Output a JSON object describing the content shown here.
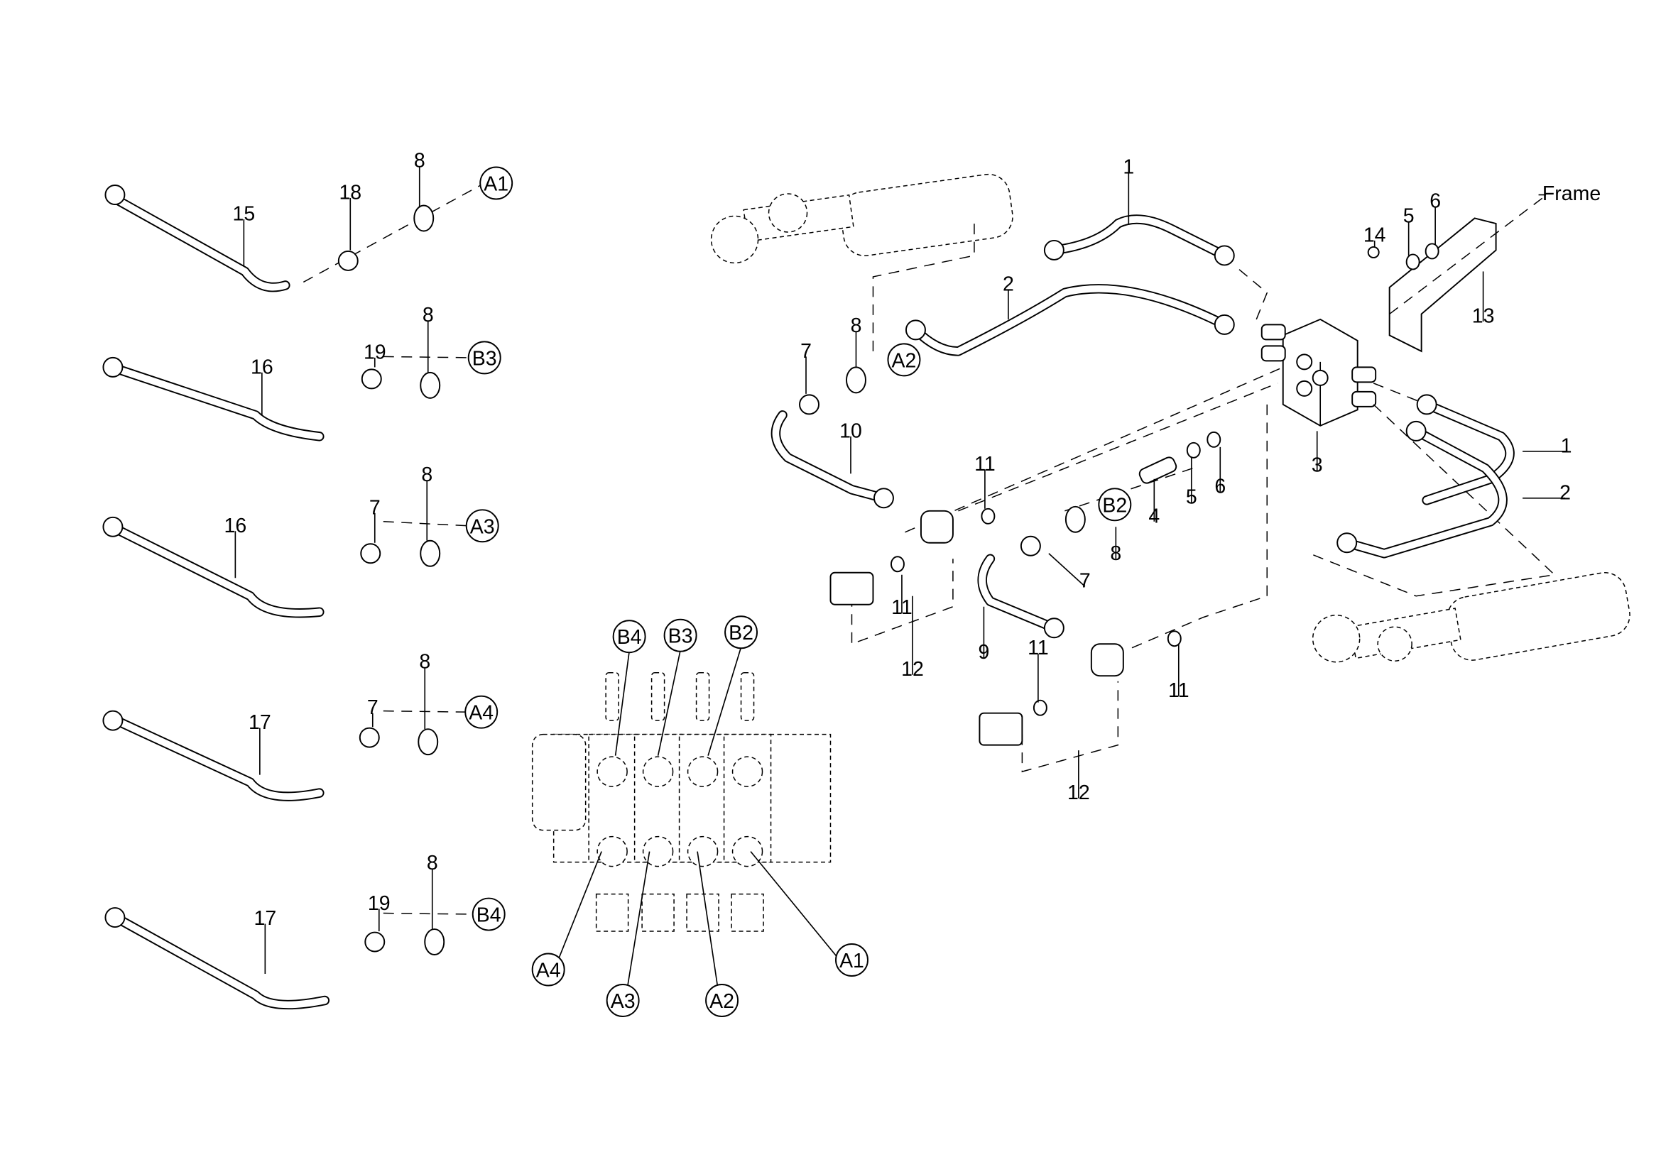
{
  "diagram": {
    "frame_label": "Frame",
    "left_callouts": [
      "15",
      "18",
      "8",
      "A1",
      "16",
      "19",
      "8",
      "B3",
      "16",
      "7",
      "8",
      "A3",
      "17",
      "7",
      "8",
      "A4",
      "17",
      "19",
      "8",
      "B4"
    ],
    "valve_callouts": [
      "B4",
      "B3",
      "B2",
      "A4",
      "A3",
      "A2",
      "A1"
    ],
    "right_callouts": [
      "1",
      "14",
      "5",
      "6",
      "13",
      "2",
      "8",
      "A2",
      "7",
      "10",
      "11",
      "B2",
      "4",
      "5",
      "6",
      "3",
      "1",
      "2",
      "8",
      "7",
      "11",
      "12",
      "9",
      "11",
      "11",
      "12"
    ]
  }
}
